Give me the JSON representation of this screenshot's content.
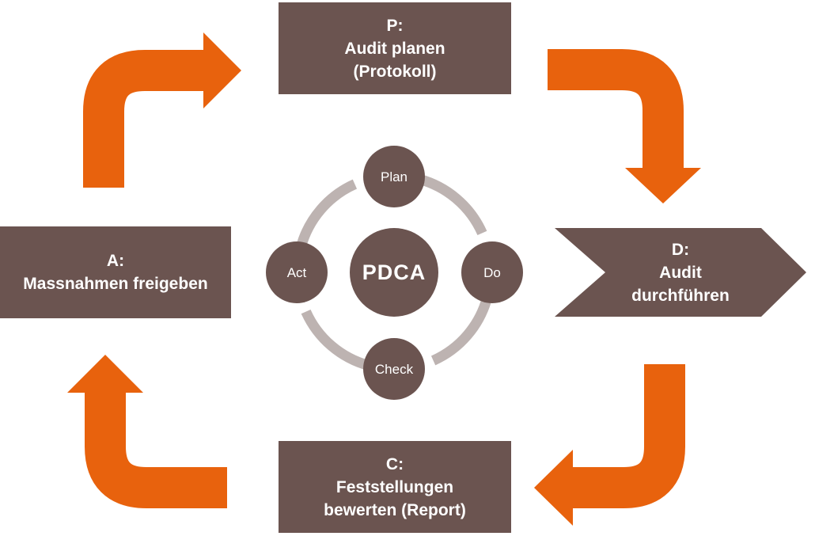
{
  "colors": {
    "brown": "#6B5450",
    "orange": "#E8620D",
    "ring": "#BDB3B1",
    "white": "#FFFFFF"
  },
  "stages": {
    "plan": {
      "lines": [
        "P:",
        "Audit planen",
        "(Protokoll)"
      ]
    },
    "do": {
      "lines": [
        "D:",
        "Audit",
        "durchführen"
      ]
    },
    "check": {
      "lines": [
        "C:",
        "Feststellungen",
        "bewerten (Report)"
      ]
    },
    "act": {
      "lines": [
        "A:",
        "Massnahmen freigeben"
      ]
    }
  },
  "cycle": {
    "center": "PDCA",
    "nodes": {
      "plan": "Plan",
      "do": "Do",
      "check": "Check",
      "act": "Act"
    }
  }
}
